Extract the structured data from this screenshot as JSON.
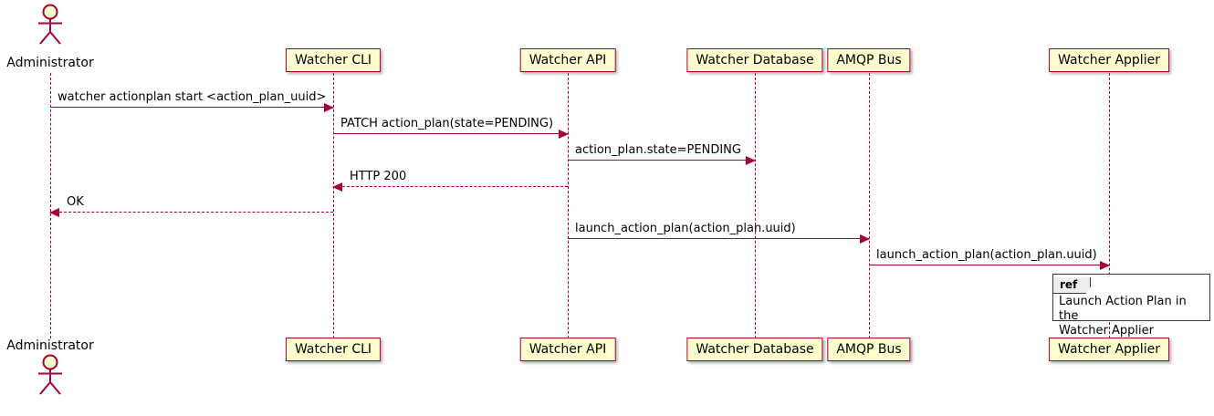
{
  "diagram": {
    "type": "sequence",
    "colors": {
      "participant_fill": "#FEFECE",
      "participant_border": "#A80036",
      "lifeline": "#A80036",
      "arrow": "#A80036",
      "text": "#000000",
      "ref_fill": "#FFFFFF",
      "ref_tag_fill": "#EEEEEE"
    },
    "actor": {
      "name": "Administrator"
    },
    "participants": [
      {
        "label": "Watcher CLI"
      },
      {
        "label": "Watcher API"
      },
      {
        "label": "Watcher Database"
      },
      {
        "label": "AMQP Bus"
      },
      {
        "label": "Watcher Applier"
      }
    ],
    "messages": [
      {
        "from": "Administrator",
        "to": "Watcher CLI",
        "label": "watcher actionplan start <action_plan_uuid>",
        "style": "solid"
      },
      {
        "from": "Watcher CLI",
        "to": "Watcher API",
        "label": "PATCH action_plan(state=PENDING)",
        "style": "solid"
      },
      {
        "from": "Watcher API",
        "to": "Watcher Database",
        "label": "action_plan.state=PENDING",
        "style": "solid"
      },
      {
        "from": "Watcher API",
        "to": "Watcher CLI",
        "label": "HTTP 200",
        "style": "dashed"
      },
      {
        "from": "Watcher CLI",
        "to": "Administrator",
        "label": "OK",
        "style": "dashed"
      },
      {
        "from": "Watcher API",
        "to": "AMQP Bus",
        "label": "launch_action_plan(action_plan.uuid)",
        "style": "solid"
      },
      {
        "from": "AMQP Bus",
        "to": "Watcher Applier",
        "label": "launch_action_plan(action_plan.uuid)",
        "style": "solid"
      }
    ],
    "ref": {
      "tag": "ref",
      "text": "Launch Action Plan in the\nWatcher Applier"
    }
  }
}
